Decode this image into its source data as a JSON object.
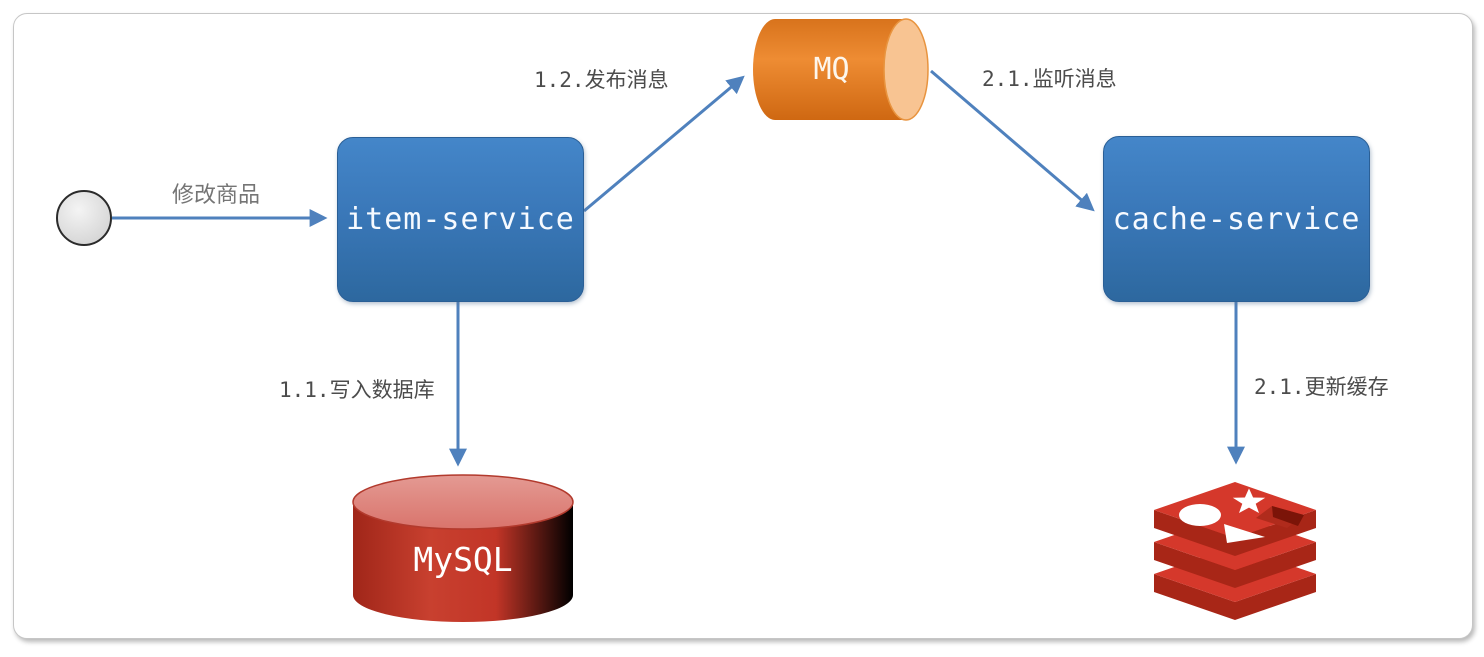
{
  "diagram": {
    "type": "architecture-flow",
    "nodes": {
      "start": {
        "kind": "start-circle",
        "label": ""
      },
      "item_service": {
        "kind": "service-box",
        "label": "item-service"
      },
      "mq": {
        "kind": "queue-cylinder",
        "label": "MQ"
      },
      "cache_service": {
        "kind": "service-box",
        "label": "cache-service"
      },
      "mysql": {
        "kind": "database-cylinder",
        "label": "MySQL"
      },
      "redis": {
        "kind": "redis-logo",
        "label": ""
      }
    },
    "edges": [
      {
        "id": "start-to-item-service",
        "label": "修改商品"
      },
      {
        "id": "item-service-to-mysql",
        "label": "1.1.写入数据库"
      },
      {
        "id": "item-service-to-mq",
        "label": "1.2.发布消息"
      },
      {
        "id": "mq-to-cache-service",
        "label": "2.1.监听消息"
      },
      {
        "id": "cache-service-to-redis",
        "label": "2.1.更新缓存"
      }
    ],
    "colors": {
      "service_box_blue_top": "#4486c9",
      "service_box_blue_bottom": "#2d689f",
      "arrow_blue": "#4f81bd",
      "mq_orange": "#ec8a2e",
      "mq_cap_light": "#f8c492",
      "mysql_red": "#c23527",
      "mysql_top_pink": "#dd837c",
      "redis_red": "#d5382b",
      "redis_dark_red": "#a82617",
      "label_gray": "#4c4c4c",
      "start_circle_gray": "#dedede"
    }
  }
}
